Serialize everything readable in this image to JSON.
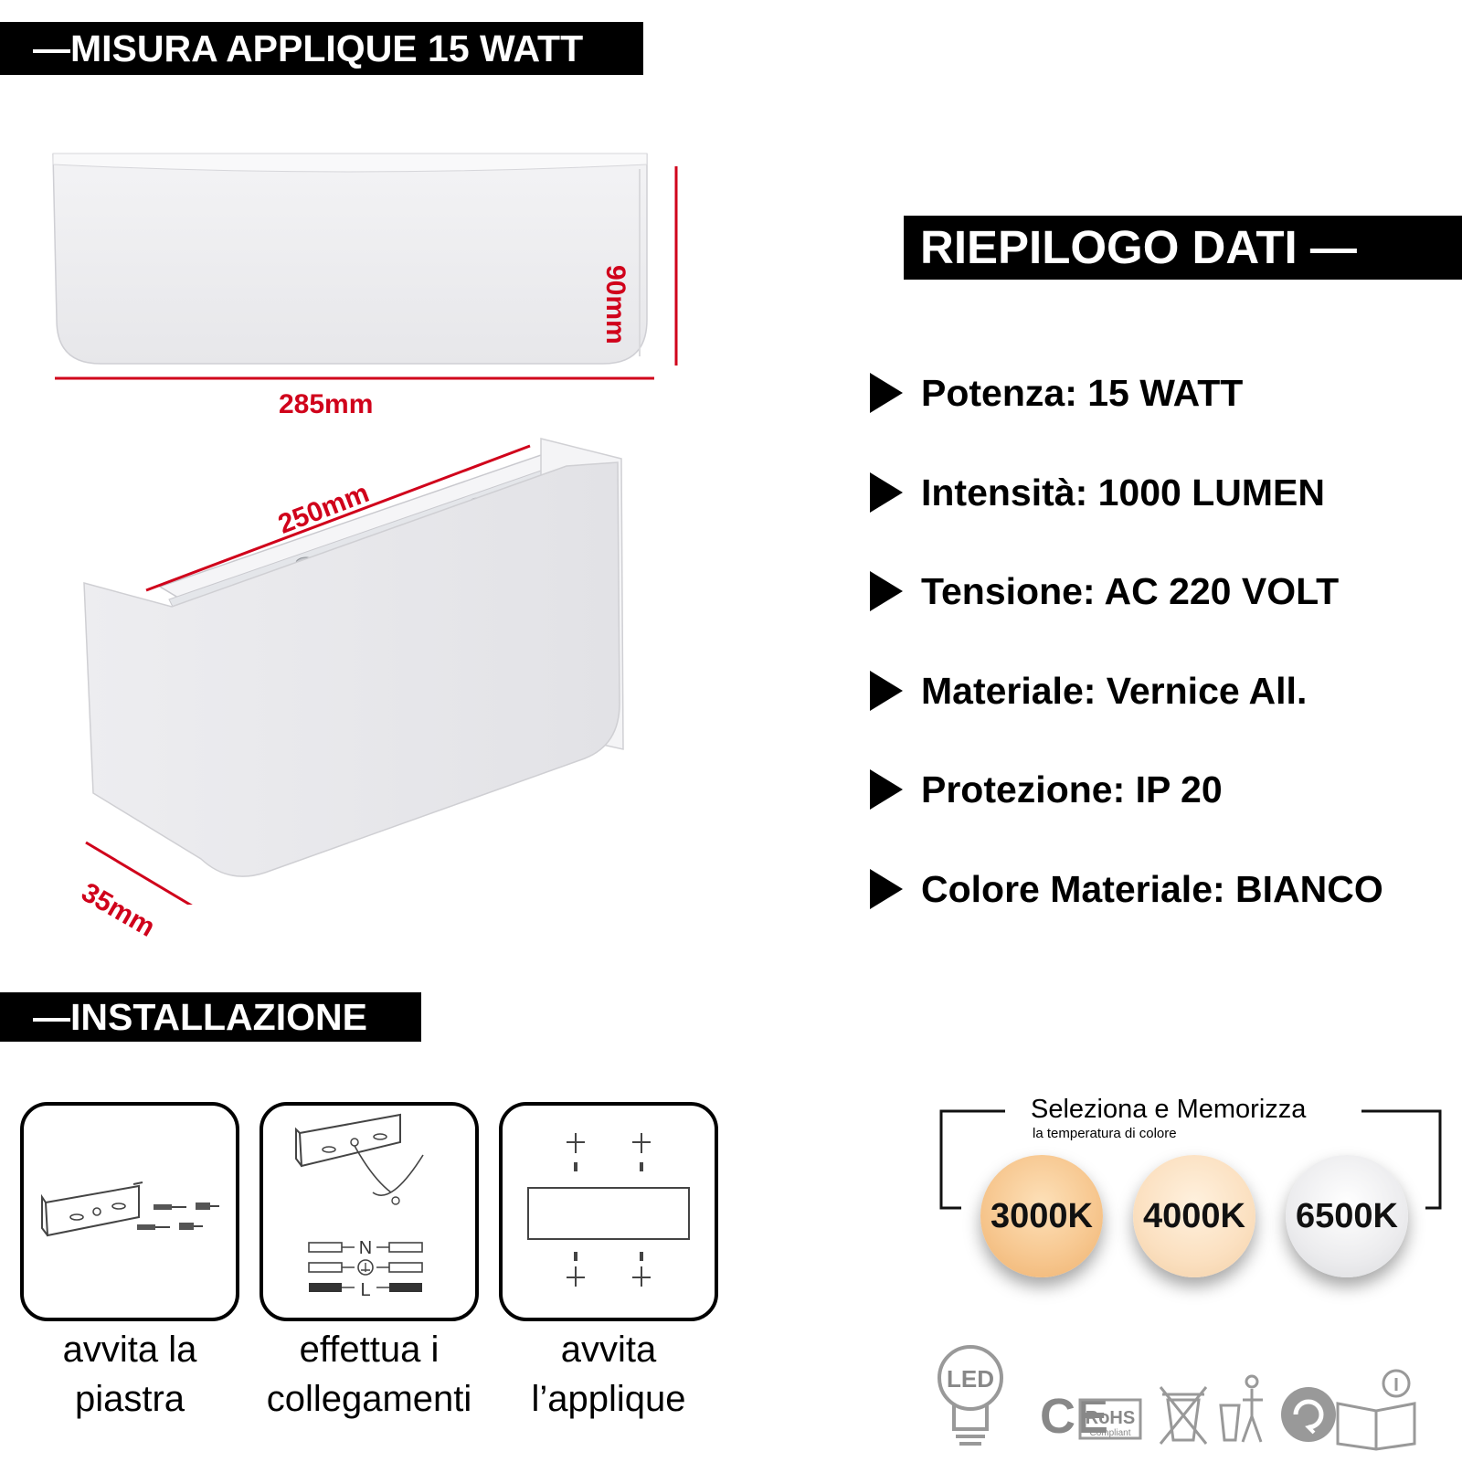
{
  "headers": {
    "misura": "—MISURA APPLIQUE 15 WATT",
    "riepilogo": "RIEPILOGO DATI —",
    "installazione": "—INSTALLAZIONE"
  },
  "dimensions": {
    "height": "90mm",
    "width": "285mm",
    "depth_top": "250mm",
    "depth": "35mm"
  },
  "specs": [
    "Potenza: 15 WATT",
    "Intensità: 1000 LUMEN",
    "Tensione: AC 220 VOLT",
    "Materiale: Vernice All.",
    "Protezione: IP 20",
    "Colore Materiale: BIANCO"
  ],
  "steps": [
    {
      "line1": "avvita la",
      "line2": "piastra"
    },
    {
      "line1": "effettua i",
      "line2": "collegamenti"
    },
    {
      "line1": "avvita",
      "line2": "l’applique"
    }
  ],
  "wiring_labels": {
    "neutral": "N",
    "live": "L"
  },
  "color_temp": {
    "title": "Seleziona e Memorizza",
    "subtitle": "la temperatura di colore",
    "options": [
      "3000K",
      "4000K",
      "6500K"
    ]
  },
  "certifications": {
    "led": "LED",
    "ce": "CE",
    "rohs": "RoHS",
    "rohs_sub": "Compliant",
    "icons": [
      "led-bulb-icon",
      "ce-icon",
      "rohs-icon",
      "weee-bin-icon",
      "recycle-person-icon",
      "recycle-arrow-icon",
      "manual-info-icon"
    ]
  },
  "colors": {
    "dimension_red": "#d0021b",
    "ct_3000": "#f7c891",
    "ct_4000": "#fbe0c0",
    "ct_6500": "#ececee"
  }
}
